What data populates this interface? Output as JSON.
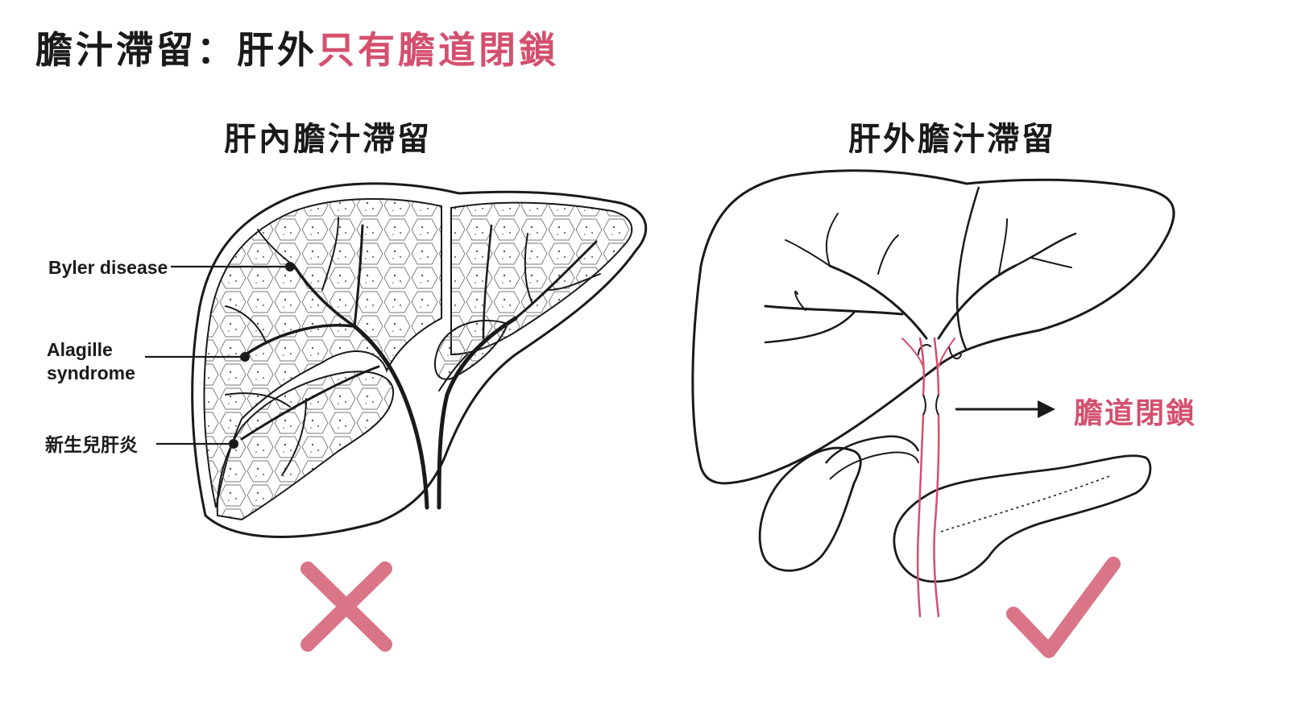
{
  "header": {
    "title_prefix": "膽汁滯留：肝外",
    "title_highlight": "只有膽道閉鎖"
  },
  "panels": {
    "left": {
      "title": "肝內膽汁滯留",
      "labels": [
        {
          "line1": "Byler disease",
          "line2": ""
        },
        {
          "line1": "Alagille",
          "line2": "syndrome"
        },
        {
          "line1": "新生兒肝炎",
          "line2": ""
        }
      ],
      "mark": "cross-mark-icon"
    },
    "right": {
      "title": "肝外膽汁滯留",
      "callout": "膽道閉鎖",
      "mark": "check-mark-icon"
    }
  },
  "colors": {
    "accent": "#d4506e",
    "line": "#1a1a1a"
  }
}
